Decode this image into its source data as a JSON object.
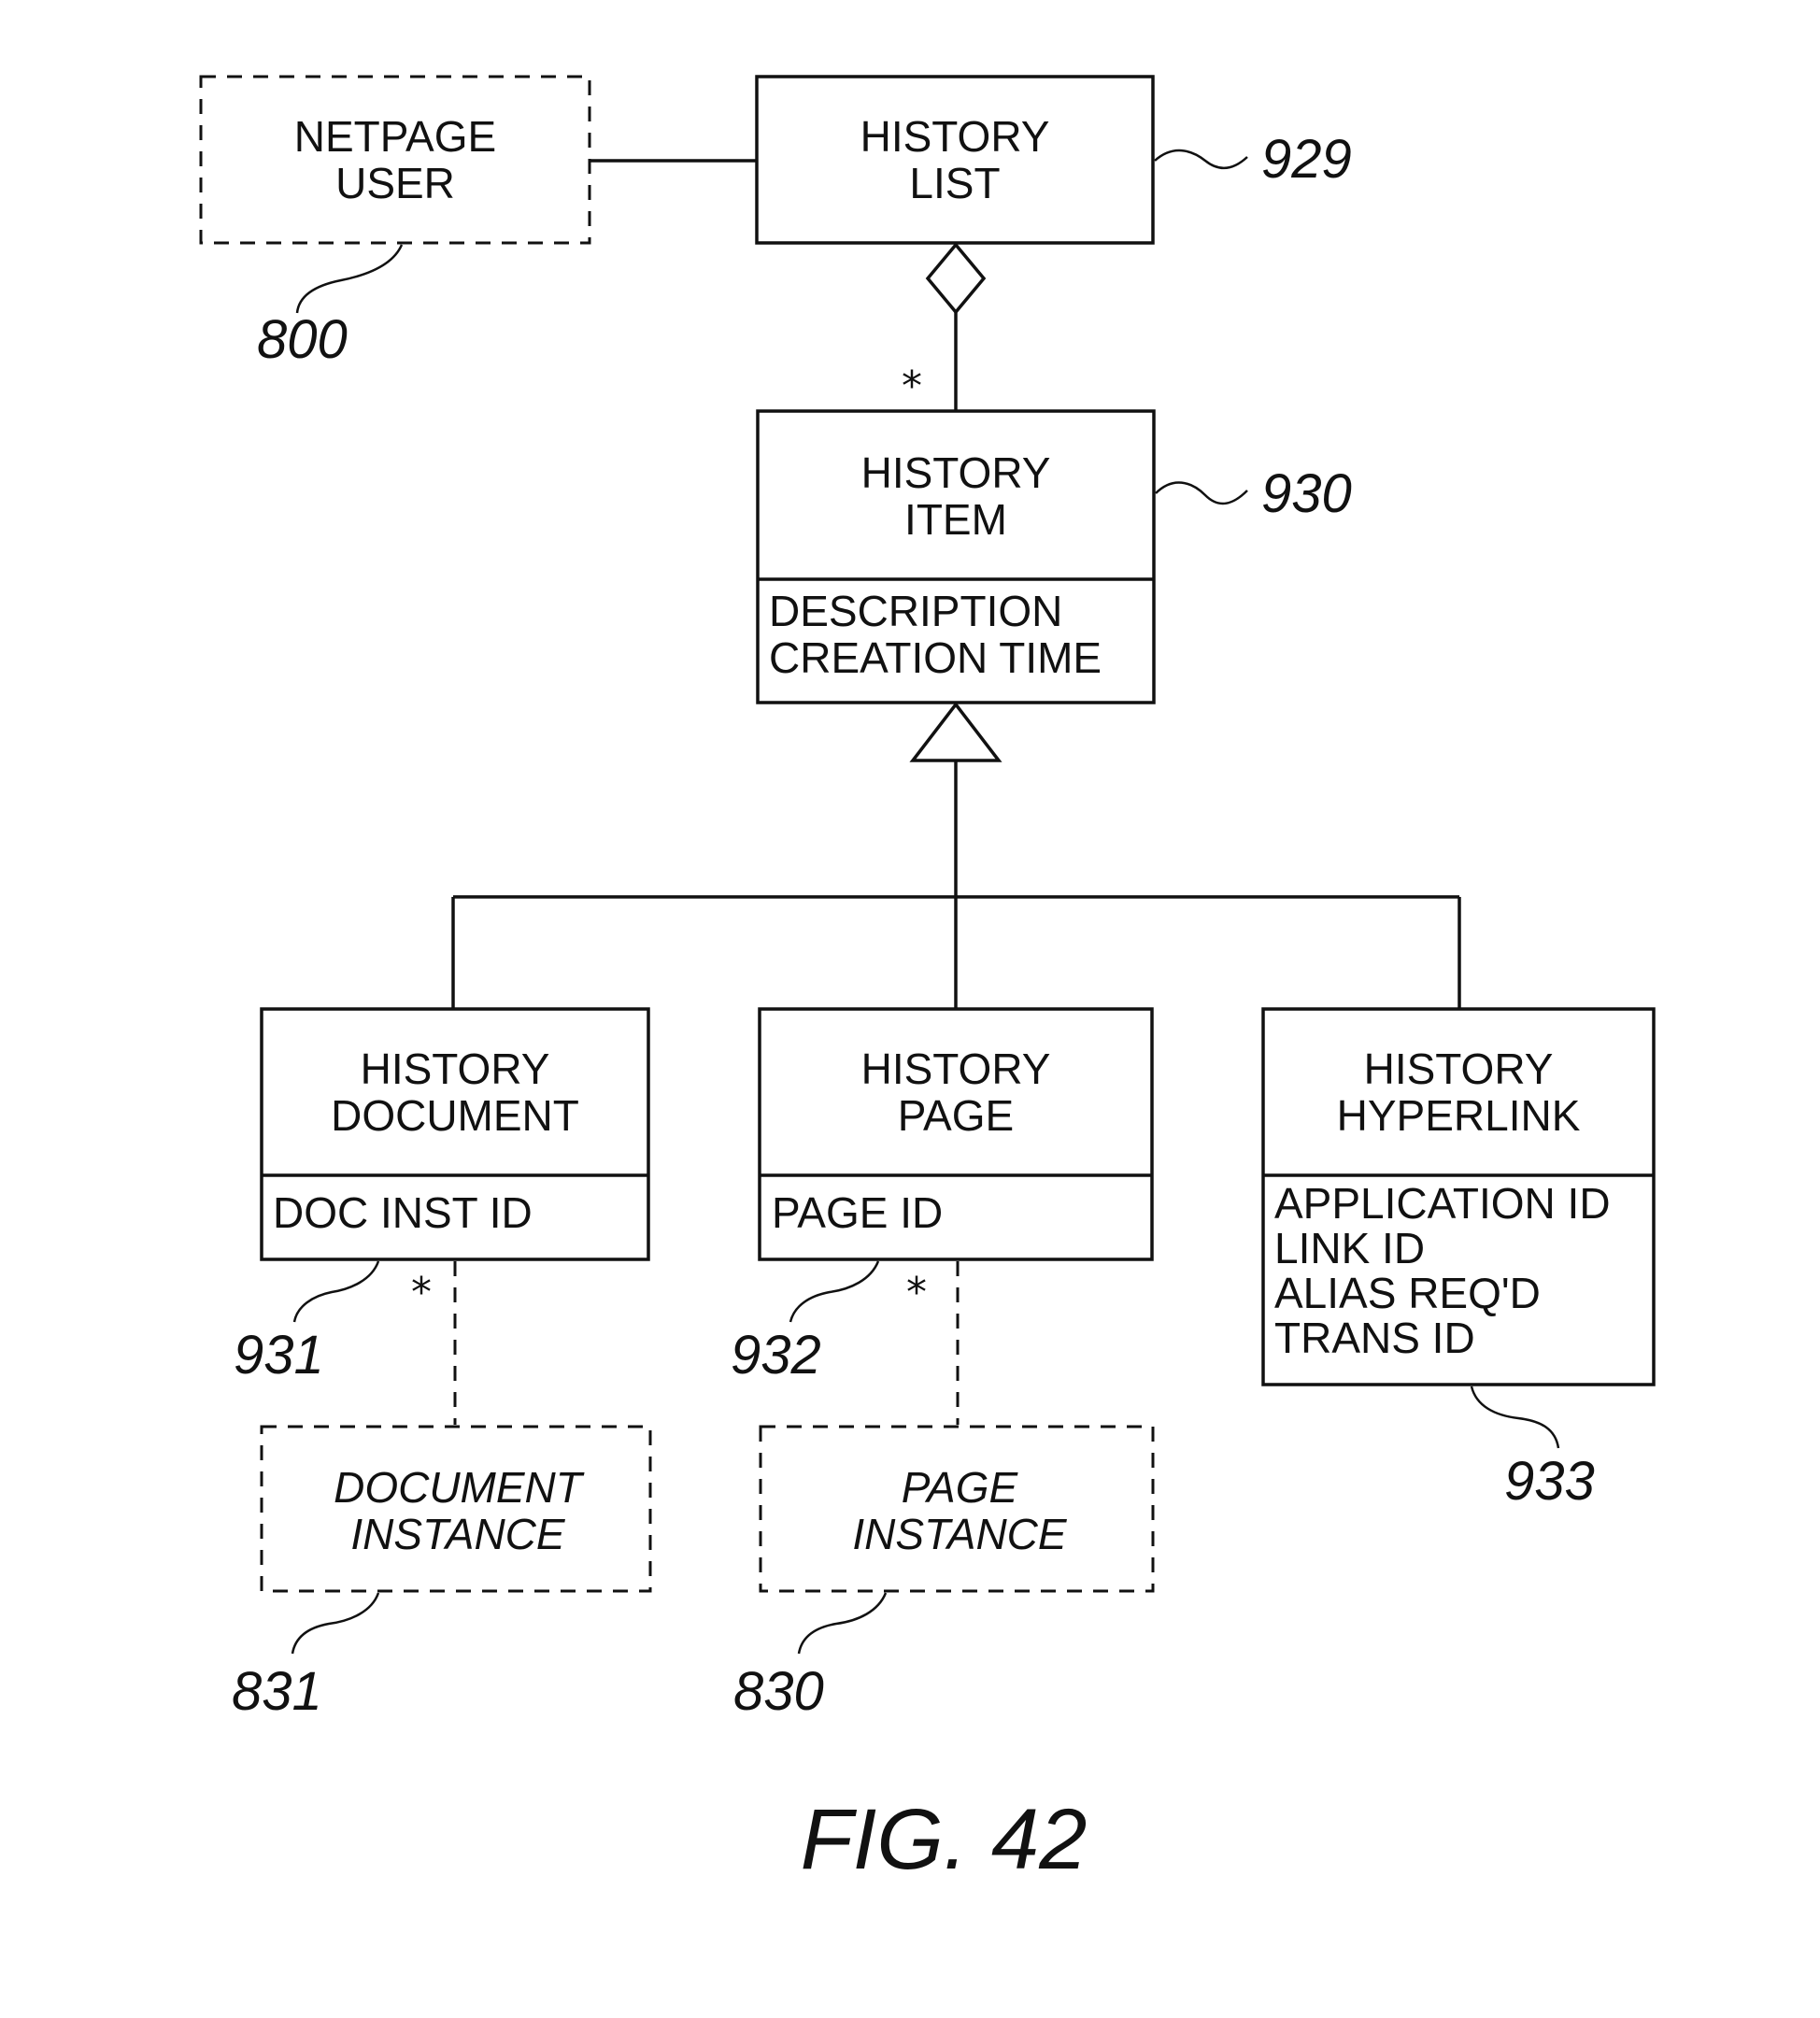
{
  "figure_label": "FIG. 42",
  "boxes": {
    "netpage_user": {
      "name_lines": [
        "NETPAGE",
        "USER"
      ],
      "ref": "800"
    },
    "history_list": {
      "name_lines": [
        "HISTORY",
        "LIST"
      ],
      "ref": "929"
    },
    "history_item": {
      "name_lines": [
        "HISTORY",
        "ITEM"
      ],
      "attributes": [
        "DESCRIPTION",
        "CREATION TIME"
      ],
      "ref": "930"
    },
    "history_document": {
      "name_lines": [
        "HISTORY",
        "DOCUMENT"
      ],
      "attributes": [
        "DOC INST ID"
      ],
      "ref": "931"
    },
    "history_page": {
      "name_lines": [
        "HISTORY",
        "PAGE"
      ],
      "attributes": [
        "PAGE ID"
      ],
      "ref": "932"
    },
    "history_hyperlink": {
      "name_lines": [
        "HISTORY",
        "HYPERLINK"
      ],
      "attributes": [
        "APPLICATION ID",
        "LINK ID",
        "ALIAS REQ'D",
        "TRANS ID"
      ],
      "ref": "933"
    },
    "document_instance": {
      "name_lines": [
        "DOCUMENT",
        "INSTANCE"
      ],
      "ref": "831"
    },
    "page_instance": {
      "name_lines": [
        "PAGE",
        "INSTANCE"
      ],
      "ref": "830"
    }
  },
  "multiplicity": {
    "list_to_item": "*",
    "document_to_instance": "*",
    "page_to_instance": "*"
  }
}
